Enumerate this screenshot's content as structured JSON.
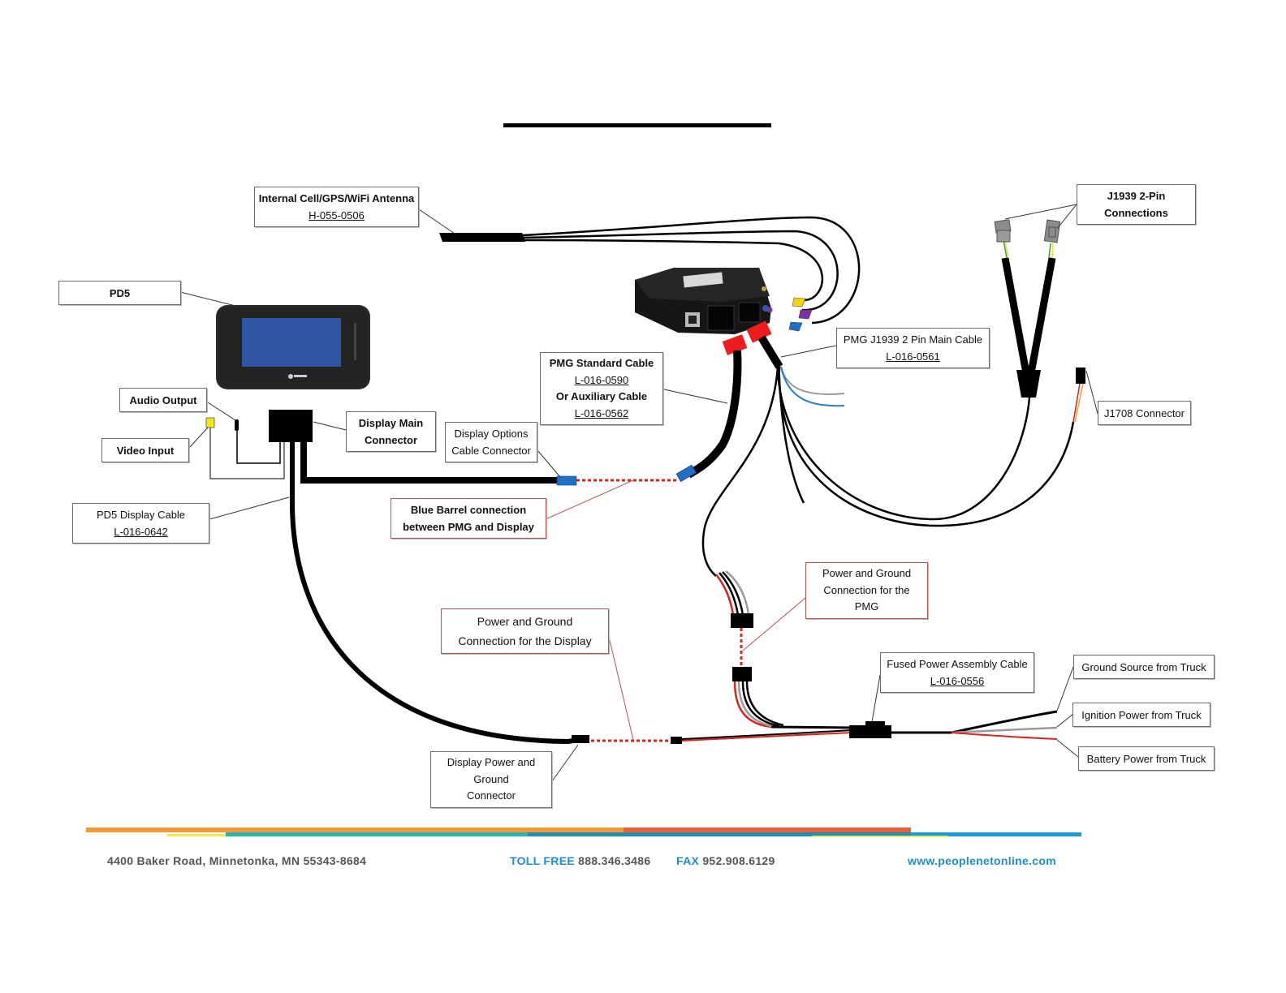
{
  "document": {
    "title_rule": "title-underline"
  },
  "labels": {
    "antenna": {
      "title": "Internal Cell/GPS/WiFi Antenna",
      "part": "H-055-0506"
    },
    "j1939_2pin": {
      "line1": "J1939 2-Pin",
      "line2": "Connections"
    },
    "pd5": {
      "title": "PD5"
    },
    "audio_output": {
      "title": "Audio Output"
    },
    "video_input": {
      "title": "Video Input"
    },
    "display_main_connector": {
      "line1": "Display Main",
      "line2": "Connector"
    },
    "display_options": {
      "line1": "Display Options",
      "line2": "Cable Connector"
    },
    "pmg_standard": {
      "line1": "PMG Standard Cable",
      "part1": "L-016-0590",
      "line2": "Or Auxiliary Cable",
      "part2": "L-016-0562"
    },
    "pmg_j1939": {
      "title": "PMG J1939 2 Pin Main Cable",
      "part": "L-016-0561"
    },
    "j1708": {
      "title": "J1708 Connector"
    },
    "pd5_display_cable": {
      "title": "PD5 Display Cable",
      "part": "L-016-0642"
    },
    "blue_barrel": {
      "line1": "Blue Barrel connection",
      "line2": "between PMG and Display"
    },
    "power_ground_pmg": {
      "line1": "Power and Ground",
      "line2": "Connection for the",
      "line3": "PMG"
    },
    "power_ground_display": {
      "line1": "Power and Ground",
      "line2": "Connection for the Display"
    },
    "fused_power": {
      "title": "Fused Power Assembly Cable",
      "part": "L-016-0556"
    },
    "ground_source": {
      "title": "Ground Source from Truck"
    },
    "ignition_power": {
      "title": "Ignition Power from Truck"
    },
    "battery_power": {
      "title": "Battery Power from Truck"
    },
    "display_power_ground": {
      "line1": "Display Power and",
      "line2": "Ground",
      "line3": "Connector"
    }
  },
  "footer": {
    "address": "4400 Baker Road, Minnetonka, MN 55343-8684",
    "toll_free_label": "TOLL FREE",
    "toll_free_number": "888.346.3486",
    "fax_label": "FAX",
    "fax_number": "952.908.6129",
    "website": "www.peoplenetonline.com"
  },
  "colors": {
    "wire_black": "#000000",
    "wire_red": "#e0201b",
    "wire_gray": "#9a9a9a",
    "wire_blue": "#2a7fc0",
    "connector_red": "#ee1c1c",
    "connector_blue": "#1f6fc5",
    "connector_yellow": "#f5d20a",
    "connector_purple": "#7b2fa8",
    "label_border_red": "#c0504d",
    "footer_orange": "#f29a38",
    "footer_redorange": "#e8633a",
    "footer_teal": "#27b6b0",
    "footer_blue": "#1c9ad6",
    "footer_yellow": "#f4e842"
  }
}
